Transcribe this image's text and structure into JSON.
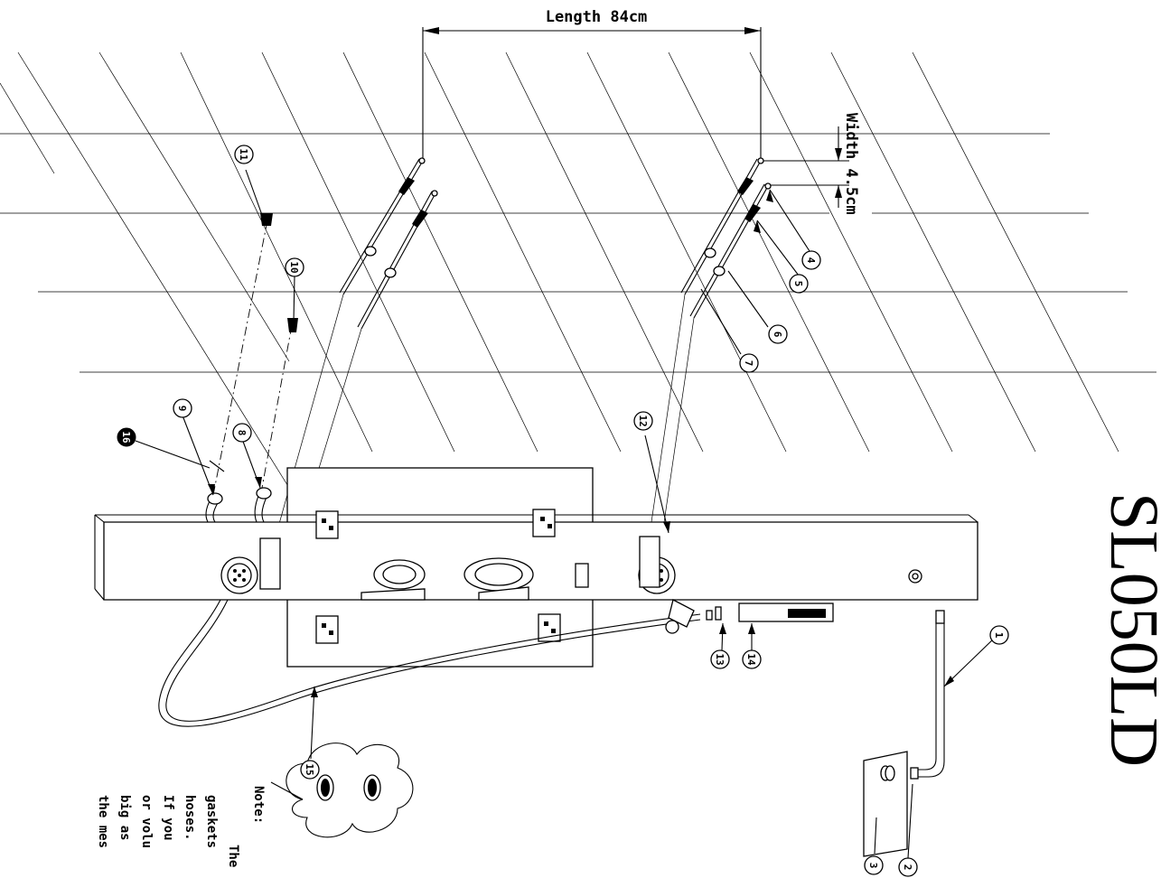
{
  "model": "SL050LD",
  "dimensions": {
    "length_label": "Length 84cm",
    "width_label": "Width 4.5cm"
  },
  "callouts": [
    "1",
    "2",
    "3",
    "4",
    "5",
    "6",
    "7",
    "8",
    "9",
    "10",
    "11",
    "12",
    "13",
    "14",
    "15",
    "16"
  ],
  "note": {
    "heading": "Note:",
    "lines": [
      "The",
      "gaskets",
      "hoses.",
      "If you",
      "or volu",
      "big as",
      "the mes"
    ]
  }
}
